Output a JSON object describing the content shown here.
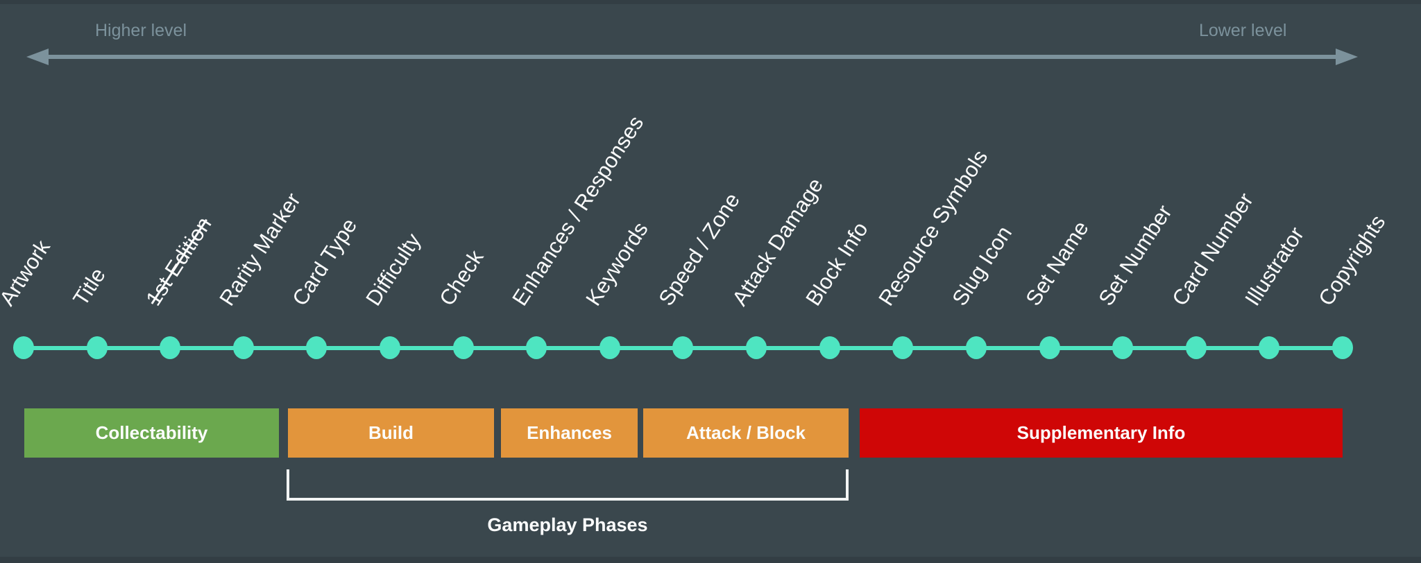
{
  "axis": {
    "left_label": "Higher level",
    "right_label": "Lower level"
  },
  "timeline": {
    "items": [
      {
        "label": "Artwork",
        "struck": false
      },
      {
        "label": "Title",
        "struck": false
      },
      {
        "label": "1st Edition",
        "struck": true
      },
      {
        "label": "Rarity Marker",
        "struck": false
      },
      {
        "label": "Card Type",
        "struck": false
      },
      {
        "label": "Difficulty",
        "struck": false
      },
      {
        "label": "Check",
        "struck": false
      },
      {
        "label": "Enhances / Responses",
        "struck": false
      },
      {
        "label": "Keywords",
        "struck": false
      },
      {
        "label": "Speed / Zone",
        "struck": false
      },
      {
        "label": "Attack Damage",
        "struck": false
      },
      {
        "label": "Block Info",
        "struck": false
      },
      {
        "label": "Resource Symbols",
        "struck": false
      },
      {
        "label": "Slug Icon",
        "struck": false
      },
      {
        "label": "Set Name",
        "struck": false
      },
      {
        "label": "Set Number",
        "struck": false
      },
      {
        "label": "Card Number",
        "struck": false
      },
      {
        "label": "Illustrator",
        "struck": false
      },
      {
        "label": "Copyrights",
        "struck": false
      }
    ]
  },
  "categories": [
    {
      "label": "Collectability",
      "color": "#6BA84E"
    },
    {
      "label": "Build",
      "color": "#E2953C"
    },
    {
      "label": "Enhances",
      "color": "#E2953C"
    },
    {
      "label": "Attack / Block",
      "color": "#E2953C"
    },
    {
      "label": "Supplementary Info",
      "color": "#CF0606"
    }
  ],
  "bracket": {
    "label": "Gameplay Phases"
  },
  "colors": {
    "background": "#3A474D",
    "edge_strip": "#333E44",
    "timeline": "#4EE5C1",
    "axis": "#7C929C",
    "label_text": "#FAFBFB"
  }
}
